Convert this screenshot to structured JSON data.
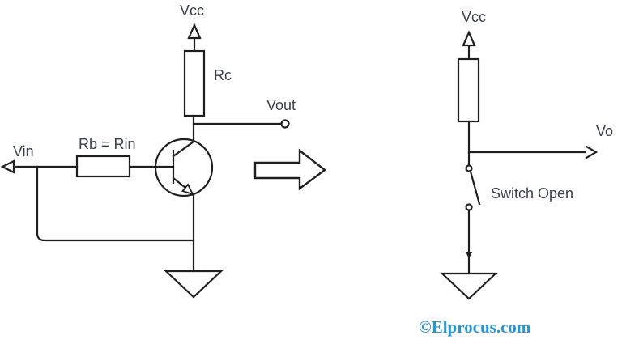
{
  "figure": {
    "left_circuit": {
      "supply_label": "Vcc",
      "collector_resistor_label": "Rc",
      "output_label": "Vout",
      "input_label": "Vin",
      "base_resistor_label": "Rb = Rin"
    },
    "right_circuit": {
      "supply_label": "Vcc",
      "output_label": "Vo",
      "switch_state_label": "Switch Open"
    },
    "watermark": "©Elprocus.com",
    "colors": {
      "line": "#1f1f1f",
      "label_text": "#3a4249",
      "watermark_text": "#2596d3",
      "background": "#ffffff"
    }
  }
}
